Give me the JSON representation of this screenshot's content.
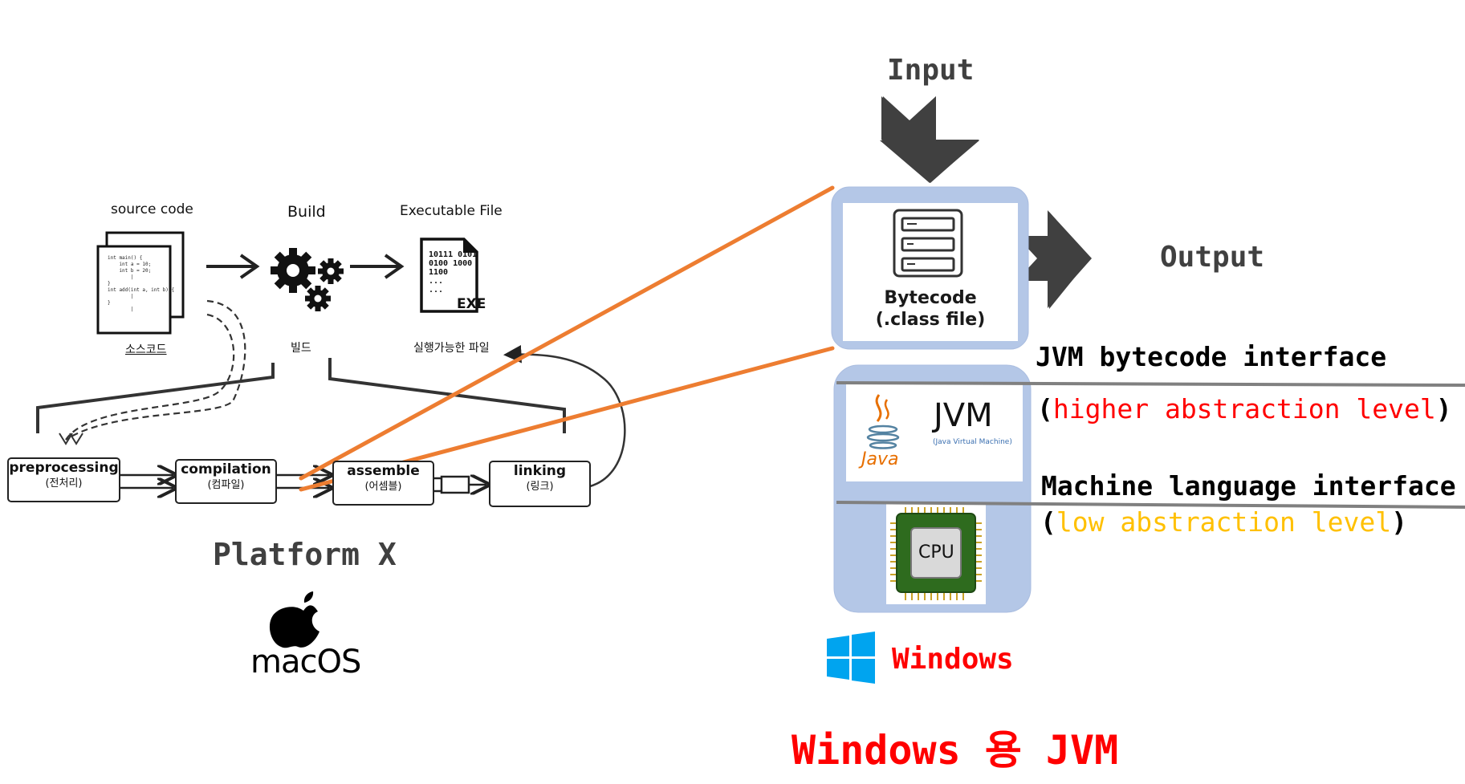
{
  "left": {
    "source_code_label": "source code",
    "build_label": "Build",
    "executable_label": "Executable File",
    "source_code_kr": "소스코드",
    "build_kr": "빌드",
    "executable_kr": "실행가능한 파일",
    "code_lines": [
      "int main() {",
      "    int a = 10;",
      "    int b = 20;",
      "        |",
      "}",
      "int add(int a, int b) {",
      "        |",
      "}",
      "        |"
    ],
    "binary_lines": [
      "10111 0101",
      "0100 1000",
      "1100",
      "...",
      "..."
    ],
    "exe_text": "EXE",
    "steps": [
      {
        "name": "preprocessing",
        "kr": "(전처리)"
      },
      {
        "name": "compilation",
        "kr": "(컴파일)"
      },
      {
        "name": "assemble",
        "kr": "(어셈블)"
      },
      {
        "name": "linking",
        "kr": "(링크)"
      }
    ],
    "platform_label": "Platform X",
    "os_label": "macOS"
  },
  "right": {
    "input_label": "Input",
    "output_label": "Output",
    "bytecode_title": "Bytecode",
    "bytecode_sub": "(.class file)",
    "jvm_text": "JVM",
    "jvm_sub": "(Java Virtual Machine)",
    "java_text": "Java",
    "cpu_text": "CPU",
    "bytecode_interface": "JVM bytecode interface",
    "higher_level_open": "(",
    "higher_level": "higher abstraction level",
    "higher_level_close": ")",
    "machine_interface": "Machine language interface",
    "low_level_open": "(",
    "low_level": "low abstraction level",
    "low_level_close": ")",
    "windows_label": "Windows",
    "footer_title": "Windows 용 JVM"
  },
  "colors": {
    "orange": "#ED7D31",
    "panel_blue": "#B4C7E7",
    "red": "#FF0000",
    "yellow": "#FFC000",
    "dark_arrow": "#404040",
    "windows_blue": "#00A4EF"
  }
}
